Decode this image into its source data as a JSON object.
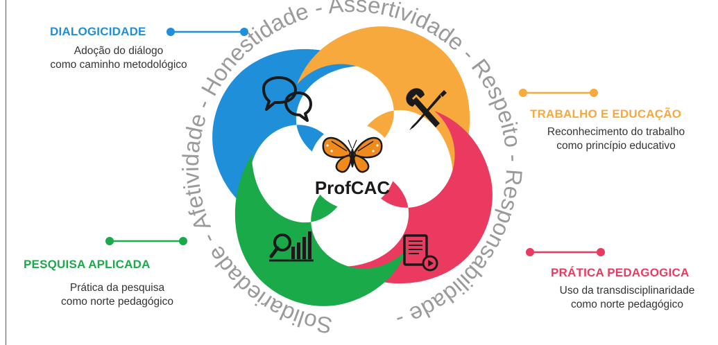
{
  "colors": {
    "blue": "#1f8fd9",
    "orange": "#f7a93d",
    "pink": "#ea3a5f",
    "green": "#1aaa4a",
    "ring_text": "#9a9a9a"
  },
  "center": {
    "brand": "ProfCAC",
    "icon": "butterfly-logo"
  },
  "ring_text": "Solidariedade - Afetividade - Honestidade - Assertividade - Respeito - Responsabilidade -",
  "callouts": {
    "dialogicidade": {
      "title": "DIALOGICIDADE",
      "desc_line1": "Adoção do diálogo",
      "desc_line2": "como caminho metodológico",
      "icon": "speech-bubbles-icon"
    },
    "trabalho": {
      "title": "TRABALHO E EDUCAÇÃO",
      "desc_line1": "Reconhecimento do trabalho",
      "desc_line2": "como princípio educativo",
      "icon": "wrench-pencil-icon"
    },
    "pesquisa": {
      "title": "PESQUISA APLICADA",
      "desc_line1": "Prática da pesquisa",
      "desc_line2": "como norte pedagógico",
      "icon": "magnifier-bar-chart-icon"
    },
    "pratica": {
      "title": "PRÁTICA PEDAGOGICA",
      "desc_line1": "Uso da transdisciplinaridade",
      "desc_line2": "como norte pedagógico",
      "icon": "document-play-icon"
    }
  }
}
